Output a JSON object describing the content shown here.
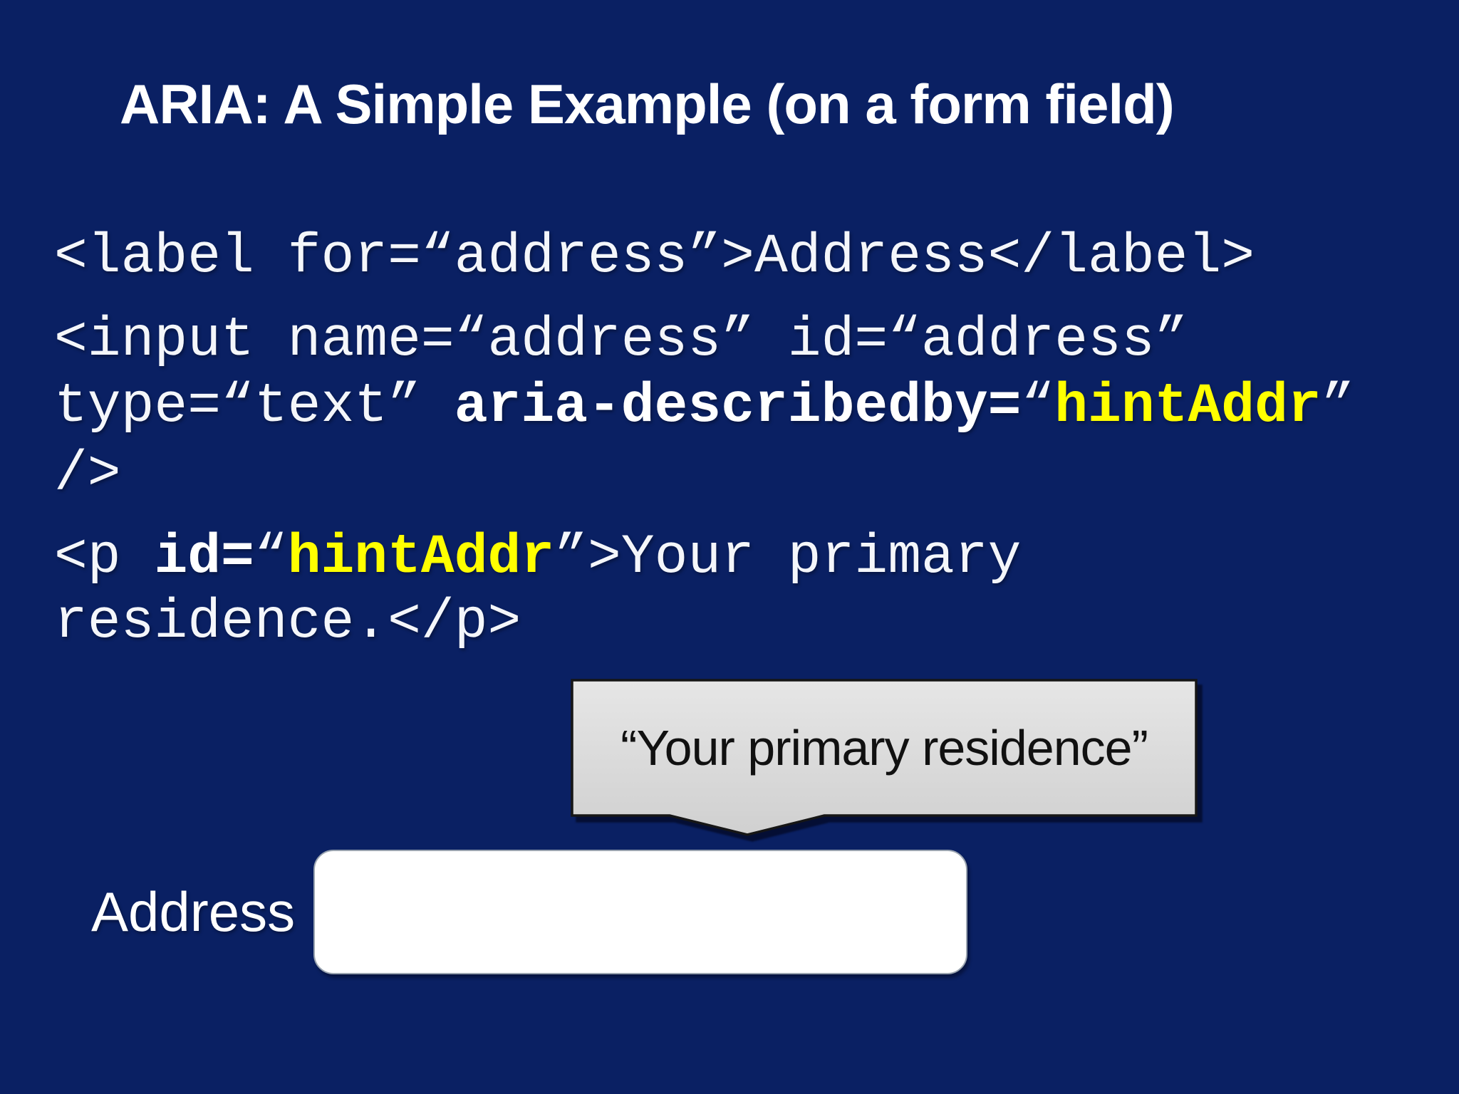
{
  "slide": {
    "title": "ARIA: A Simple Example (on a form field)",
    "colors": {
      "background": "#0a2063",
      "code_text": "#f4f6fa",
      "code_highlight_yellow": "#ffff00",
      "tooltip_fill": "#dcdcdc",
      "tooltip_border": "#161616",
      "tooltip_text": "#111111",
      "input_fill": "#ffffff",
      "input_border": "#9aa4b0"
    },
    "code_lines": [
      {
        "segments": [
          {
            "t": "<label for=“address”>Address</label>"
          }
        ]
      },
      {
        "segments": [
          {
            "t": "<input name=“address” id=“address”"
          }
        ]
      },
      {
        "segments": [
          {
            "t": "type=“text” "
          },
          {
            "t": "aria-describedby="
          },
          {
            "t": "“"
          },
          {
            "t": "hintAddr"
          },
          {
            "t": "”"
          }
        ]
      },
      {
        "segments": [
          {
            "t": "/>"
          }
        ]
      },
      {
        "segments": [
          {
            "t": "<p "
          },
          {
            "t": "id="
          },
          {
            "t": "“"
          },
          {
            "t": "hintAddr"
          },
          {
            "t": "”>Your primary"
          }
        ]
      },
      {
        "segments": [
          {
            "t": "residence.</p>"
          }
        ]
      }
    ],
    "tooltip": {
      "text": "“Your primary residence”"
    },
    "form": {
      "label": "Address",
      "input_value": ""
    }
  }
}
